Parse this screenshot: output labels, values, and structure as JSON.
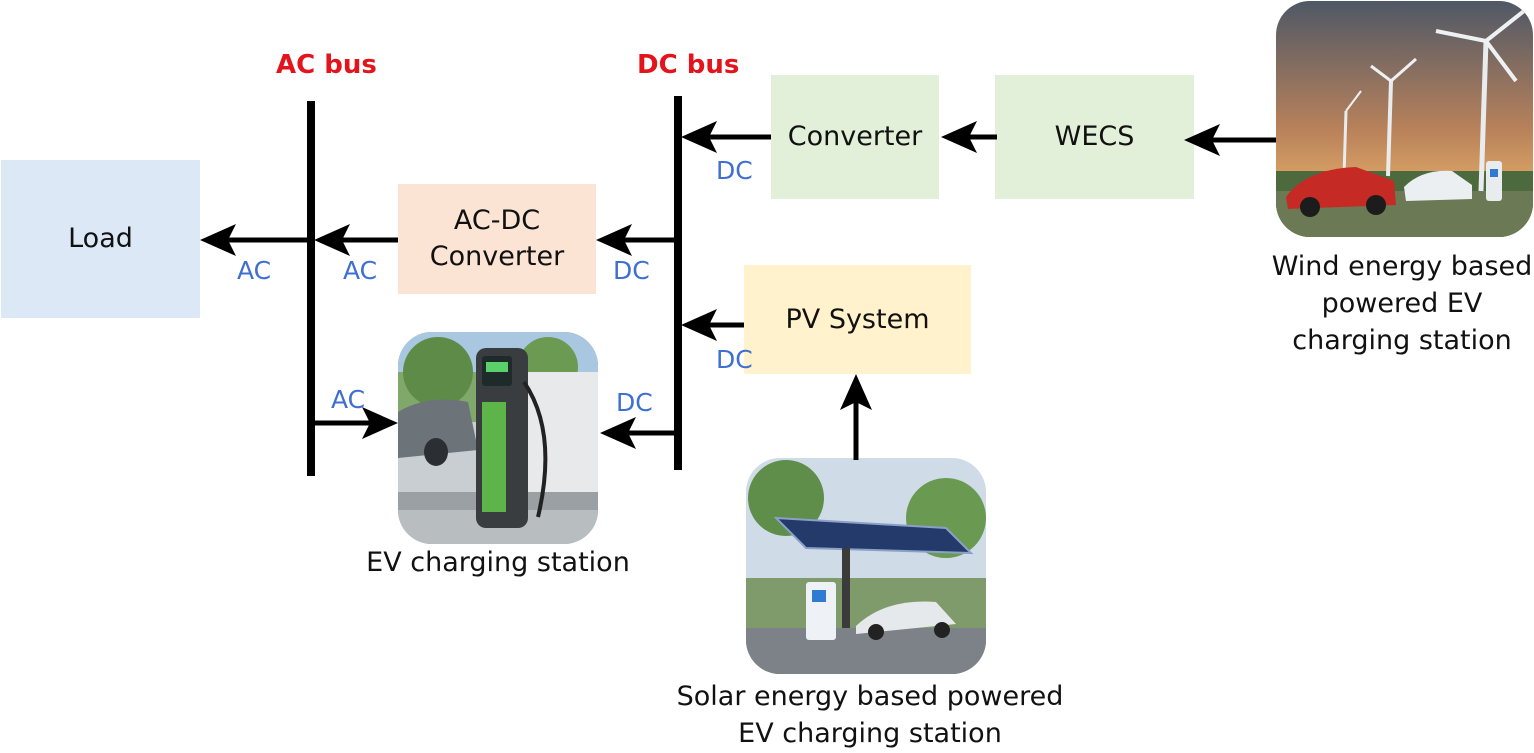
{
  "buses": {
    "ac": "AC bus",
    "dc": "DC bus"
  },
  "blocks": {
    "load": "Load",
    "acdc_line1": "AC-DC",
    "acdc_line2": "Converter",
    "converter": "Converter",
    "wecs": "WECS",
    "pv": "PV System"
  },
  "flows": {
    "load_ac": "AC",
    "acbus_ac": "AC",
    "acdc_dc": "DC",
    "conv_dc": "DC",
    "pv_dc": "DC",
    "ev_ac": "AC",
    "ev_dc": "DC"
  },
  "captions": {
    "ev_station": "EV charging station",
    "solar_line1": "Solar energy based powered",
    "solar_line2": "EV charging station",
    "wind_line1": "Wind energy based",
    "wind_line2": "powered EV",
    "wind_line3": "charging station"
  },
  "colors": {
    "bus_label": "#e3141b",
    "flow_label": "#3f6fd1",
    "load_fill": "#dce8f5",
    "acdc_fill": "#fbe4d3",
    "green_fill": "#e2f0d9",
    "pv_fill": "#fff2cc"
  },
  "icons": [
    "ev-charger-photo",
    "solar-charging-photo",
    "wind-charging-photo"
  ]
}
